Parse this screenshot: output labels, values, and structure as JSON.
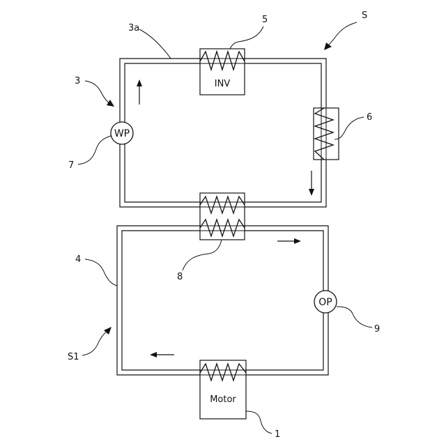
{
  "labels": {
    "system": "S",
    "subsystem": "S1",
    "water_circuit": "3",
    "water_pipe": "3a",
    "oil_circuit": "4",
    "inverter_ref": "5",
    "heater_ref": "6",
    "water_pump_ref": "7",
    "heat_exchanger_ref": "8",
    "oil_pump_ref": "9",
    "motor_ref": "1"
  },
  "components": {
    "inverter": "INV",
    "water_pump": "WP",
    "oil_pump": "OP",
    "motor": "Motor"
  }
}
